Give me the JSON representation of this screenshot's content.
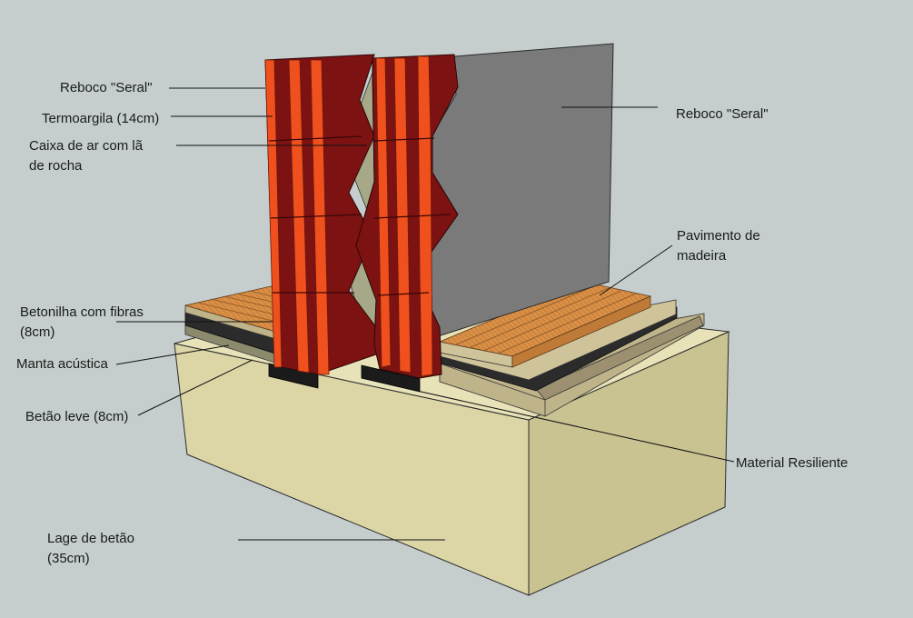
{
  "labels": {
    "reboco_left": "Reboco \"Seral\"",
    "termoargila": "Termoargila (14cm)",
    "caixa_de_ar": "Caixa de ar com lã\nde rocha",
    "reboco_right": "Reboco \"Seral\"",
    "pavimento": "Pavimento de\nmadeira",
    "betonilha": "Betonilha com fibras\n(8cm)",
    "manta": "Manta acústica",
    "betao_leve": "Betão leve (8cm)",
    "material_resiliente": "Material Resiliente",
    "lage": "Lage de betão\n(35cm)"
  },
  "colors": {
    "background": "#c5cdcd",
    "concrete_front": "#dcd6a6",
    "concrete_side": "#c9c392",
    "concrete_top": "#e7e2b8",
    "brick_red": "#7c1212",
    "brick_orange": "#f0501e",
    "plaster_grey": "#7a7a7a",
    "mineral_wool": "#a7a887",
    "wood": "#d98f46",
    "screed": "#bfb489",
    "acoustic_mat": "#2b2b2b"
  }
}
